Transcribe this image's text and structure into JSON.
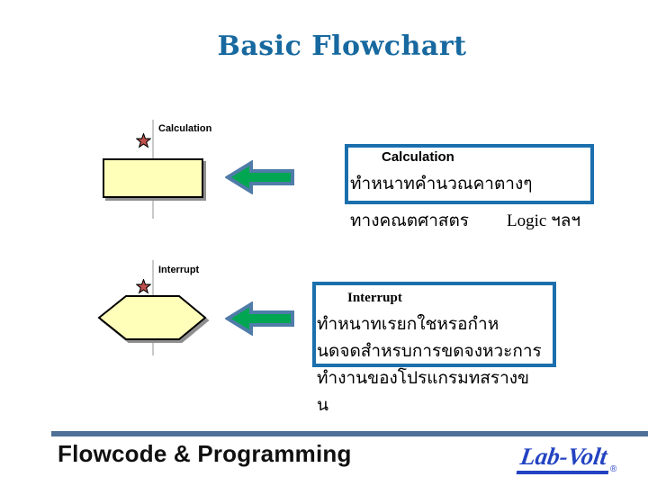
{
  "title": "Basic Flowchart",
  "calculation_snippet": {
    "label": "Calculation"
  },
  "calculation_box": {
    "title": "Calculation",
    "line1": "ทำหนาทคำนวณคาตางๆ",
    "line2_thai": "ทางคณตศาสตร",
    "line2_latin": "Logic ฯลฯ"
  },
  "interrupt_snippet": {
    "label": "Interrupt"
  },
  "interrupt_box": {
    "title": "Interrupt",
    "line1": "ทำหนาทเรยกใชหรอกำห",
    "line2": "นดจดสำหรบการขดจงหวะการ",
    "line3": "ทำงานของโปรแกรมทสรางข",
    "line4": "น"
  },
  "footer": {
    "label": "Flowcode & Programming"
  },
  "logo": {
    "text": "Lab-Volt",
    "registered": "®"
  },
  "colors": {
    "title_blue": "#17699F",
    "box_border_blue": "#1B6FAD",
    "shape_fill_yellow": "#FFFFB9",
    "arrow_green": "#00A651",
    "arrow_border_blue": "#4F7CA8",
    "bar_blue": "#4E7096",
    "logo_blue": "#2343C2",
    "star_red": "#C0504D"
  }
}
